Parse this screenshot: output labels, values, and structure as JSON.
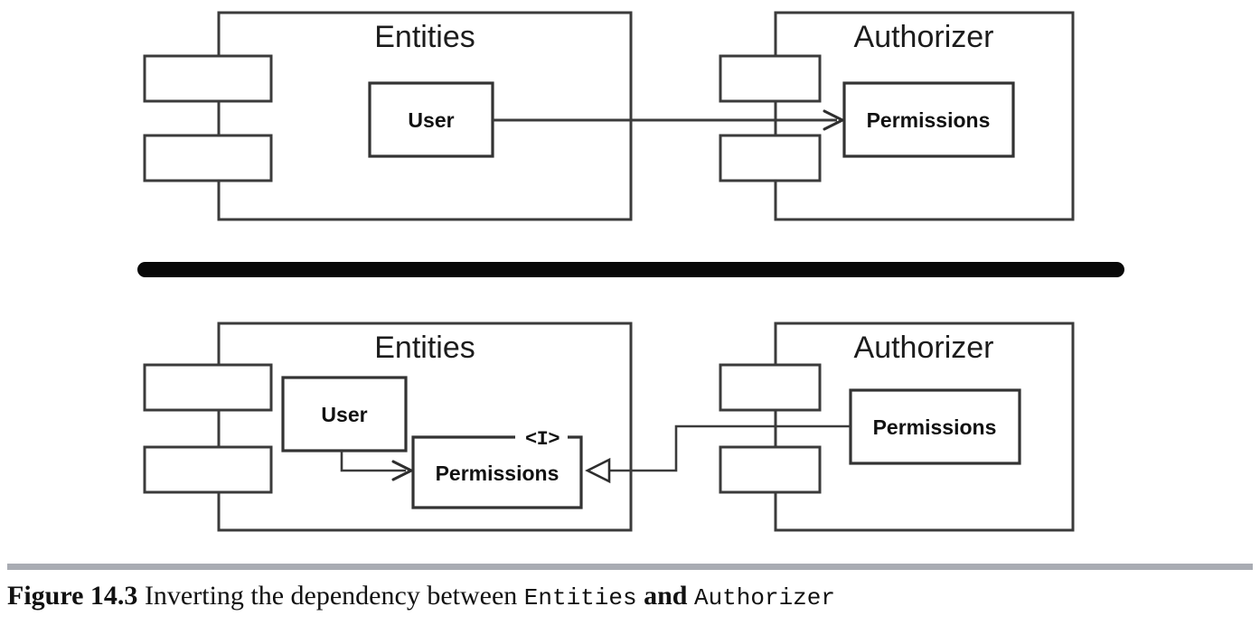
{
  "figure": {
    "caption_number": "Figure 14.3",
    "caption_text_before": "Inverting the dependency between",
    "caption_mono_1": "Entities",
    "caption_conjunction": "and",
    "caption_mono_2": "Authorizer",
    "divider_color": "#080808",
    "rule_color": "#a9acb3",
    "line_color": "#3b3b3b",
    "box_fill": "#ffffff"
  },
  "diagrams": [
    {
      "id": "before",
      "name": "dependency-before-inversion",
      "components": [
        {
          "id": "entities-top",
          "title": "Entities",
          "classes": [
            {
              "id": "user-top",
              "label": "User",
              "stereotype": null
            }
          ]
        },
        {
          "id": "authorizer-top",
          "title": "Authorizer",
          "classes": [
            {
              "id": "permissions-top",
              "label": "Permissions",
              "stereotype": null
            }
          ]
        }
      ],
      "connectors": [
        {
          "id": "user-to-permissions",
          "from": "user-top",
          "to": "permissions-top",
          "kind": "dependency",
          "arrowhead": "open"
        }
      ]
    },
    {
      "id": "after",
      "name": "dependency-after-inversion",
      "components": [
        {
          "id": "entities-bottom",
          "title": "Entities",
          "classes": [
            {
              "id": "user-bottom",
              "label": "User",
              "stereotype": null
            },
            {
              "id": "permissions-interface",
              "label": "Permissions",
              "stereotype": "<I>"
            }
          ]
        },
        {
          "id": "authorizer-bottom",
          "title": "Authorizer",
          "classes": [
            {
              "id": "permissions-impl",
              "label": "Permissions",
              "stereotype": null
            }
          ]
        }
      ],
      "connectors": [
        {
          "id": "user-to-permissions-interface",
          "from": "user-bottom",
          "to": "permissions-interface",
          "kind": "dependency",
          "arrowhead": "open"
        },
        {
          "id": "permissions-impl-realizes-interface",
          "from": "permissions-impl",
          "to": "permissions-interface",
          "kind": "realization",
          "arrowhead": "hollow-triangle"
        }
      ]
    }
  ]
}
